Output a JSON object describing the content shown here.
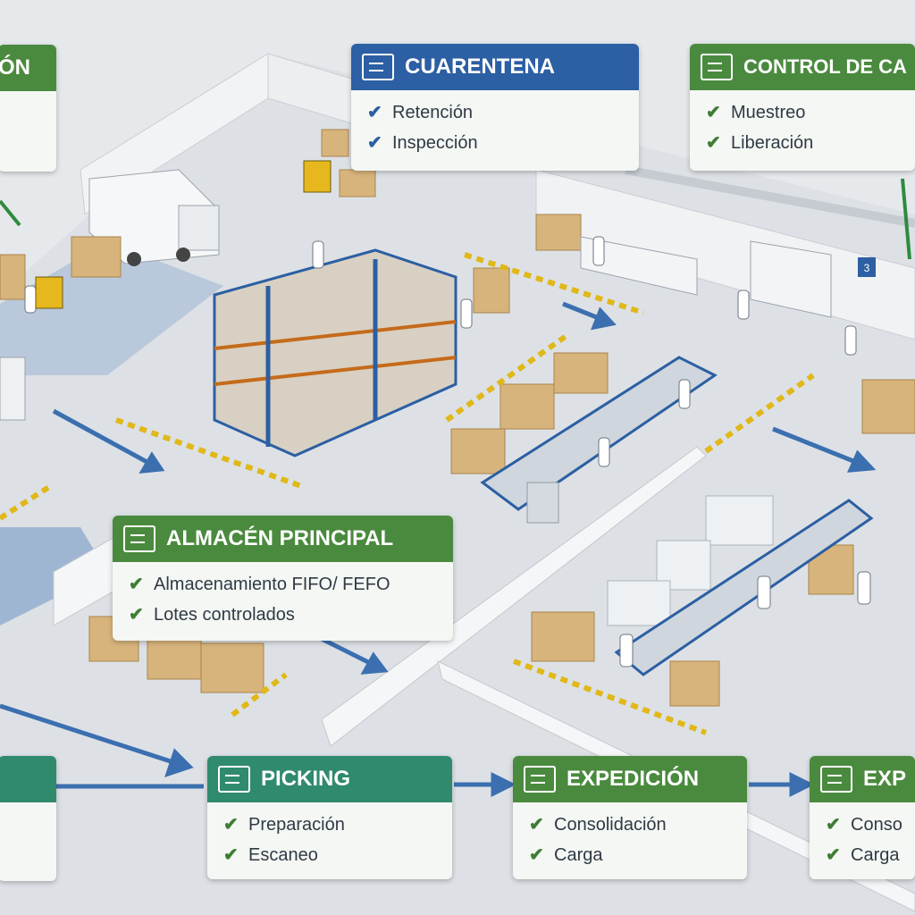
{
  "zones": {
    "left_top": {
      "title": "ÓN",
      "items": []
    },
    "cuarentena": {
      "title": "CUARENTENA",
      "items": [
        "Retención",
        "Inspección"
      ]
    },
    "control_calidad": {
      "title": "CONTROL DE CA",
      "items": [
        "Muestreo",
        "Liberación"
      ]
    },
    "almacen_principal": {
      "title": "ALMACÉN PRINCIPAL",
      "items": [
        "Almacenamiento FIFO/ FEFO",
        "Lotes controlados"
      ]
    },
    "picking": {
      "title": "PICKING",
      "items": [
        "Preparación",
        "Escaneo"
      ]
    },
    "expedicion": {
      "title": "EXPEDICIÓN",
      "items": [
        "Consolidación",
        "Carga"
      ]
    },
    "expedicion_right": {
      "title": "EXP",
      "items": [
        "Conso",
        "Carga"
      ]
    }
  },
  "signs": {
    "dock_number": "3"
  },
  "colors": {
    "green": "#4a8a3e",
    "blue": "#2c5fa3",
    "teal": "#2f8a6e",
    "floor": "#e4e7ea",
    "flow_arrow": "#3b6fb0"
  }
}
